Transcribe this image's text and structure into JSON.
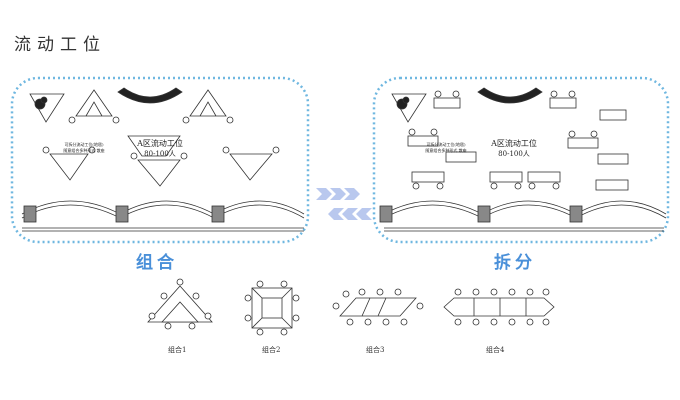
{
  "page": {
    "title": "流动工位"
  },
  "left_panel": {
    "state_label": "组合",
    "area_title": "A区流动工位",
    "capacity": "80-100人",
    "note_line1": "可拆分流动工位(地毯)",
    "note_line2": "随意组合多种形式 散座"
  },
  "right_panel": {
    "state_label": "拆分",
    "area_title": "A区流动工位",
    "capacity": "80-100人",
    "note_line1": "可拆分流动工位(地毯)",
    "note_line2": "随意组合多种形式 散座"
  },
  "combos": [
    {
      "label": "组合1"
    },
    {
      "label": "组合2"
    },
    {
      "label": "组合3"
    },
    {
      "label": "组合4"
    }
  ],
  "colors": {
    "frame": "#6fb7e0",
    "label": "#4a90d9",
    "arrow": "#b9c8ee",
    "ink": "#333333"
  }
}
